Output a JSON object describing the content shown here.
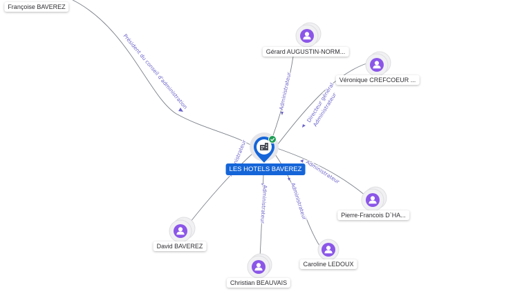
{
  "company": {
    "name": "LES HOTELS BAVEREZ",
    "pin_color": "#1565d8",
    "verified_color": "#1f9d55",
    "icon": "building-icon"
  },
  "persons": [
    {
      "id": "francoise",
      "name": "Françoise BAVEREZ",
      "role": "Président du conseil d'administration"
    },
    {
      "id": "gerard",
      "name": "Gérard AUGUSTIN-NORM...",
      "role": "Administrateur"
    },
    {
      "id": "veronique",
      "name": "Véronique CREFCOEUR ...",
      "role": "Directeur général",
      "role2": "Administrateur"
    },
    {
      "id": "pierre",
      "name": "Pierre-Francois D`HA...",
      "role": "Administrateur"
    },
    {
      "id": "caroline",
      "name": "Caroline LEDOUX",
      "role": "Administrateur"
    },
    {
      "id": "christian",
      "name": "Christian BEAUVAIS",
      "role": "Administrateur"
    },
    {
      "id": "david",
      "name": "David BAVEREZ",
      "role": "Administrateur"
    }
  ],
  "colors": {
    "avatar": "#8b56e8",
    "edge_label": "#6b63c9",
    "edge": "#7a8088"
  },
  "icons": {
    "person": "person-icon",
    "verified": "check-badge-icon"
  }
}
